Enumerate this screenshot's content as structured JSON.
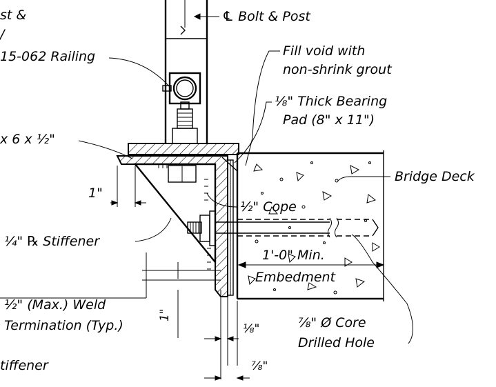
{
  "labels": {
    "post_frag_1": "st &",
    "post_frag_2": "/",
    "railing": "15-062 Railing",
    "bolt_post": "℄ Bolt & Post",
    "fill_void_1": "Fill void with",
    "fill_void_2": "non-shrink grout",
    "bearing_1": "⅛\" Thick Bearing",
    "bearing_2": "Pad (8\" x 11\")",
    "angle_size": "x 6 x ½\"",
    "bridge_deck": "Bridge Deck",
    "one_inch": "1\"",
    "cope": "½\" Cope",
    "stiffener": "¼\" ℞ Stiffener",
    "min_len": "1'-0\" Min.",
    "embedment": "Embedment",
    "weld_1": "½\" (Max.) Weld",
    "weld_2": "Termination (Typ.)",
    "vert_one_inch": "1\"",
    "eighth": "⅛\"",
    "core_1": "⅞\" Ø Core",
    "core_2": "Drilled Hole",
    "seven_eighth": "⅞\"",
    "stiffener_frag": "tiffener"
  }
}
